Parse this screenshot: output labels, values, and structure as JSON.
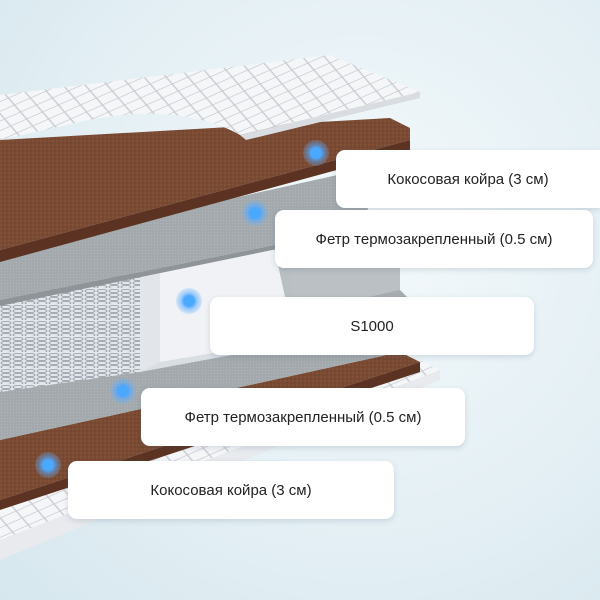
{
  "layers": [
    {
      "id": "top-coir",
      "label": "Кокосовая койра (3 см)"
    },
    {
      "id": "top-felt",
      "label": "Фетр термозакрепленный (0.5 см)"
    },
    {
      "id": "springs",
      "label": "S1000"
    },
    {
      "id": "bottom-felt",
      "label": "Фетр термозакрепленный (0.5 см)"
    },
    {
      "id": "bottom-coir",
      "label": "Кокосовая койра (3 см)"
    }
  ],
  "colors": {
    "coir": "#7a4a33",
    "felt": "#9ea4a8",
    "quilt": "#f3f4f6",
    "spring": "#d5dae0",
    "marker": "#4aa8ff"
  },
  "icons": [
    "layer-marker-dot"
  ]
}
